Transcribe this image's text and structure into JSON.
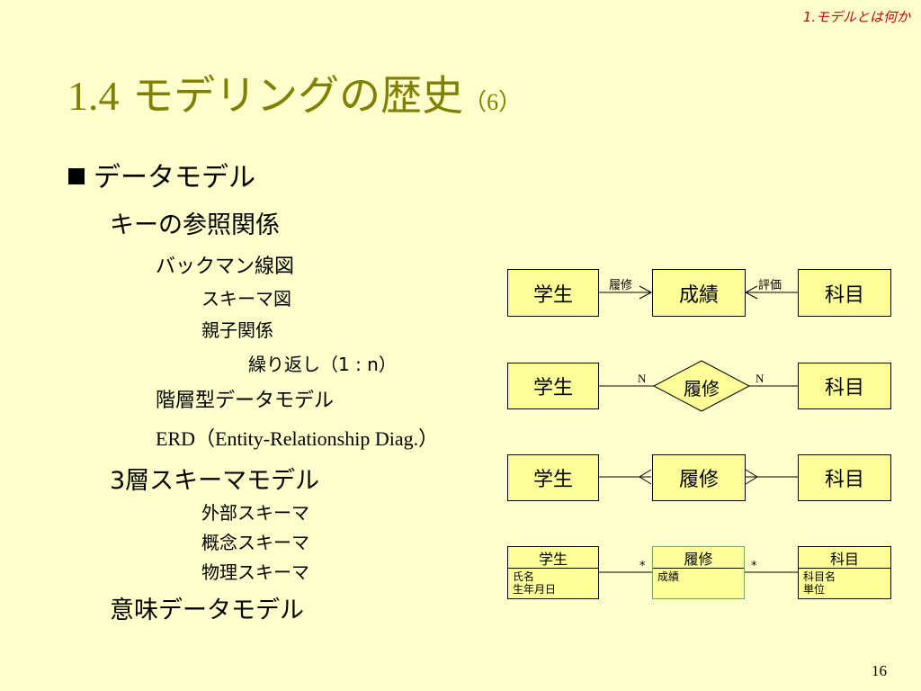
{
  "header": {
    "section": "1.モデルとは何か"
  },
  "title": {
    "number": "1.4",
    "main": "モデリングの歴史",
    "sub": "（6）"
  },
  "bullets": {
    "data_model": "データモデル",
    "key_reference": "キーの参照関係",
    "bachman": "バックマン線図",
    "schema_diagram": "スキーマ図",
    "parent_child": "親子関係",
    "repetition": "繰り返し（1 : n）",
    "hierarchical": "階層型データモデル",
    "erd": "ERD（Entity-Relationship Diag.）",
    "three_schema": "3層スキーマモデル",
    "external": "外部スキーマ",
    "conceptual": "概念スキーマ",
    "physical": "物理スキーマ",
    "semantic": "意味データモデル"
  },
  "diagrams": {
    "bachman": {
      "left": "学生",
      "middle": "成績",
      "right": "科目",
      "left_label": "履修",
      "right_label": "評価"
    },
    "er": {
      "left": "学生",
      "relation": "履修",
      "right": "科目",
      "left_card": "N",
      "right_card": "N"
    },
    "chen": {
      "left": "学生",
      "middle": "履修",
      "right": "科目"
    },
    "uml": {
      "left": {
        "name": "学生",
        "attrs": "氏名\n生年月日"
      },
      "middle": {
        "name": "履修",
        "attrs": "成績"
      },
      "right": {
        "name": "科目",
        "attrs": "科目名\n単位"
      },
      "left_mult": "*",
      "right_mult": "*"
    }
  },
  "footer": {
    "page": "16"
  },
  "colors": {
    "background": "#ffffcc",
    "title": "#808000",
    "header": "#cc0000",
    "box_fill": "#ffff99"
  }
}
